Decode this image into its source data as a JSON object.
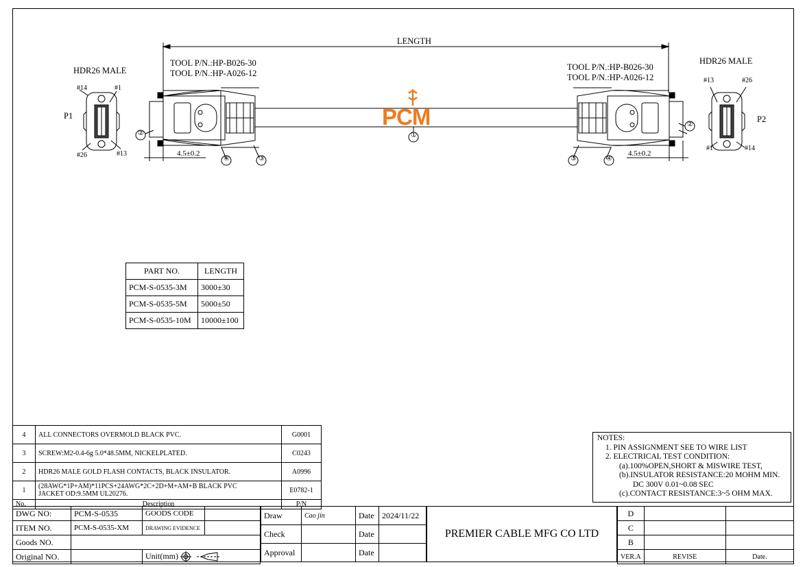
{
  "drawing": {
    "length_label": "LENGTH",
    "left_tool_1": "TOOL P/N.:HP-B026-30",
    "left_tool_2": "TOOL P/N.:HP-A026-12",
    "right_tool_1": "TOOL P/N.:HP-B026-30",
    "right_tool_2": "TOOL P/N.:HP-A026-12",
    "left_connector": "HDR26 MALE",
    "right_connector": "HDR26 MALE",
    "p1": "P1",
    "p2": "P2",
    "left_pins": {
      "tl": "#14",
      "tr": "#1",
      "bl": "#26",
      "br": "#13"
    },
    "right_pins": {
      "tl": "#13",
      "tr": "#26",
      "bl": "#1",
      "br": "#14"
    },
    "dim_left": "4.5±0.2",
    "dim_right": "4.5±0.2",
    "callouts": [
      "①",
      "②",
      "③",
      "④"
    ],
    "logo": "PCM"
  },
  "parts_table": {
    "headers": [
      "PART NO.",
      "LENGTH"
    ],
    "rows": [
      [
        "PCM-S-0535-3M",
        "3000±30"
      ],
      [
        "PCM-S-0535-5M",
        "5000±50"
      ],
      [
        "PCM-S-0535-10M",
        "10000±100"
      ]
    ]
  },
  "bom": {
    "rows": [
      {
        "no": "4",
        "desc": "ALL CONNECTORS OVERMOLD BLACK PVC.",
        "pn": "G0001"
      },
      {
        "no": "3",
        "desc": "SCREW:M2-0.4-6g 5.0*48.5MM, NICKELPLATED.",
        "pn": "C0243"
      },
      {
        "no": "2",
        "desc": "HDR26 MALE GOLD FLASH CONTACTS, BLACK INSULATOR.",
        "pn": "A0996"
      },
      {
        "no": "1",
        "desc": "(28AWG*1P+AM)*11PCS+24AWG*2C+2D+M+AM+B BLACK PVC",
        "desc2": "JACKET OD:9.5MM UL20276.",
        "pn": "E0782-1"
      }
    ],
    "header": {
      "no": "No.",
      "desc": "Description",
      "pn": "P/N"
    }
  },
  "notes": {
    "title": "NOTES:",
    "lines": [
      "1.  PIN ASSIGNMENT SEE TO WIRE LIST",
      "2.  ELECTRICAL TEST CONDITION:",
      "(a).100%OPEN,SHORT & MISWIRE TEST,",
      "(b).INSULATOR RESISTANCE:20 MOHM MIN.",
      "DC 300V 0.01~0.08 SEC",
      "(c).CONTACT RESISTANCE:3~5 OHM MAX."
    ]
  },
  "title_block": {
    "dwg_no_label": "DWG NO:",
    "dwg_no": "PCM-S-0535",
    "goods_code_label": "GOODS CODE",
    "item_no_label": "ITEM NO.",
    "item_no": "PCM-S-0535-XM",
    "drawing_evidence": "DRAWING EVIDENCE",
    "goods_no_label": "Goods NO.",
    "original_no_label": "Original NO.",
    "unit_label": "Unit(mm)",
    "draw_label": "Draw",
    "draw_sign": "Cao jin",
    "check_label": "Check",
    "approval_label": "Approval",
    "date_label": "Date",
    "date_value": "2024/11/22",
    "company": "PREMIER CABLE MFG CO LTD",
    "rev_letters": [
      "D",
      "C",
      "B"
    ],
    "ver_label": "VER.A",
    "revise_label": "REVISE",
    "rev_date_label": "Date."
  }
}
